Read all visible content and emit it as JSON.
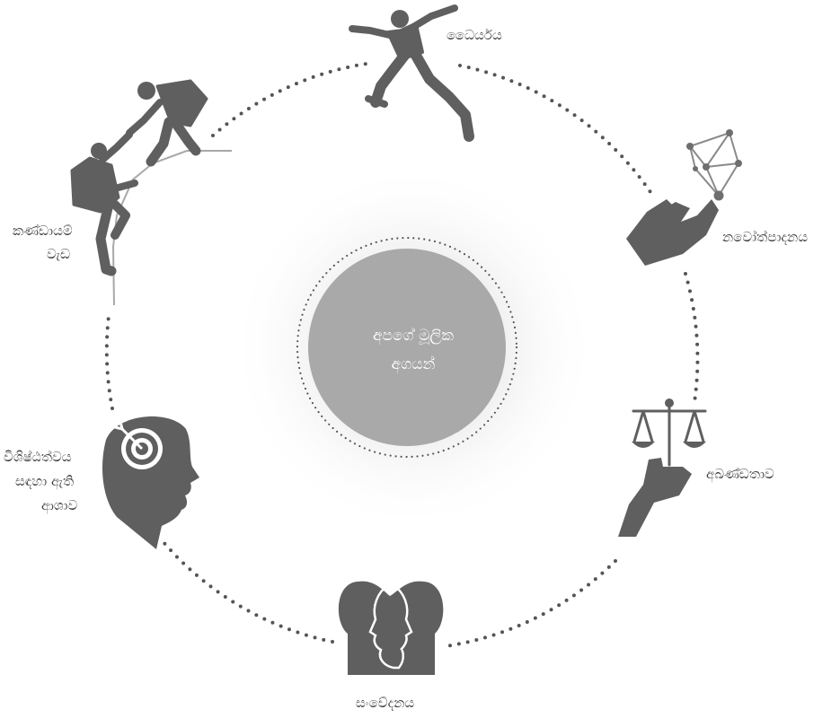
{
  "diagram": {
    "center": {
      "line1": "අපගේ මූලික",
      "line2": "අගයන්"
    },
    "values": {
      "courage": "ධෛර්යය",
      "innovation": "නවෝත්පාදනය",
      "integrity": "අඛණ්ඩතාව",
      "empathy": "සංවේදනය",
      "excellence": [
        "විශිෂ්ඨත්වය",
        "සඳහා ඇති",
        "ආශාව"
      ],
      "teamwork": [
        "කණ්ඩායම්",
        "වැඩ"
      ]
    },
    "icons": {
      "courage": "jumping-person-icon",
      "innovation": "hand-network-icon",
      "integrity": "hand-scales-icon",
      "empathy": "two-faces-icon",
      "excellence": "head-target-icon",
      "teamwork": "climbers-helping-icon"
    },
    "colors": {
      "icon": "#5f5f5f",
      "center_circle": "#a9a9a9",
      "dots": "#555555",
      "text": "#3f3f3f"
    }
  }
}
